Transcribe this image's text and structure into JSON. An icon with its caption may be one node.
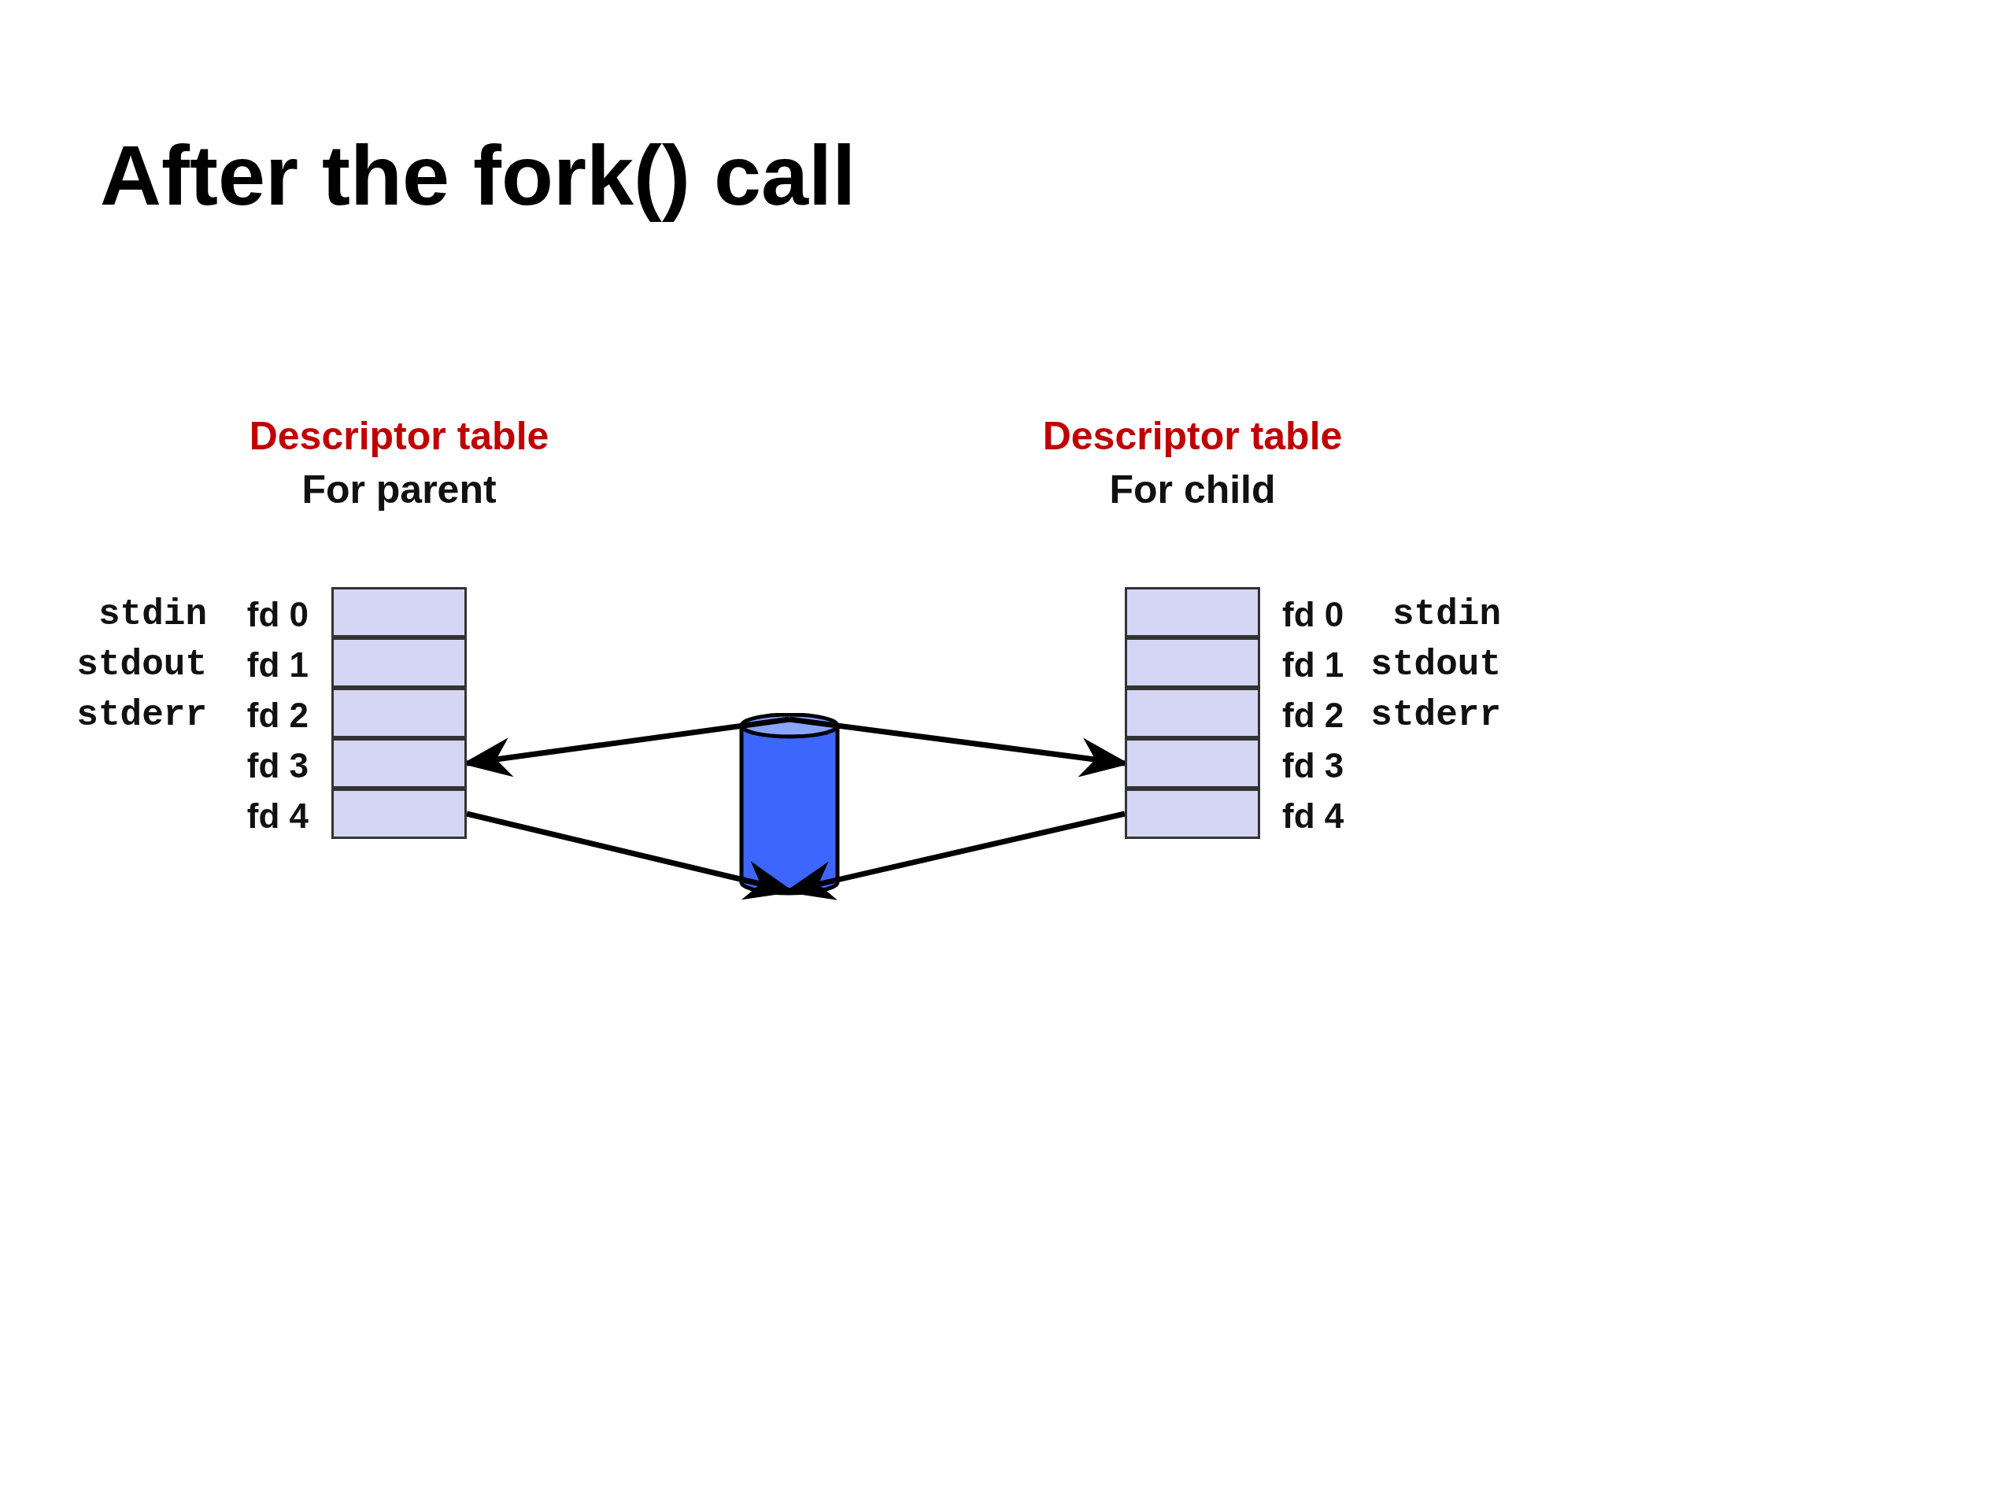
{
  "diagram": {
    "title": "After the fork() call",
    "nodes": [
      {
        "text": [
          "Descriptor table",
          "For parent"
        ]
      },
      {
        "text": [],
        "shape": "box",
        "in": 0,
        "beside": [
          "stdin",
          "fd 0"
        ]
      },
      {
        "text": [],
        "shape": "box",
        "in": 0,
        "beside": [
          "stdout",
          "fd 1"
        ]
      },
      {
        "text": [],
        "shape": "box",
        "in": 0,
        "beside": [
          "stderr",
          "fd 2"
        ]
      },
      {
        "text": [],
        "shape": "box",
        "in": 0,
        "beside": [
          "fd 3"
        ]
      },
      {
        "text": [],
        "shape": "box",
        "in": 0,
        "beside": [
          "fd 4"
        ]
      },
      {
        "text": [
          "Descriptor table",
          "For child"
        ]
      },
      {
        "text": [],
        "shape": "box",
        "in": 6,
        "beside": [
          "fd 0",
          "stdin"
        ]
      },
      {
        "text": [],
        "shape": "box",
        "in": 6,
        "beside": [
          "fd 1",
          "stdout"
        ]
      },
      {
        "text": [],
        "shape": "box",
        "in": 6,
        "beside": [
          "fd 2",
          "stderr"
        ]
      },
      {
        "text": [],
        "shape": "box",
        "in": 6,
        "beside": [
          "fd 3"
        ]
      },
      {
        "text": [],
        "shape": "box",
        "in": 6,
        "beside": [
          "fd 4"
        ]
      },
      {
        "text": [],
        "shape": "cylinder"
      }
    ],
    "edges": [
      {
        "from": 12,
        "to": 4,
        "arrow": "to"
      },
      {
        "from": 12,
        "to": 10,
        "arrow": "to"
      },
      {
        "from": 5,
        "to": 12,
        "arrow": "to"
      },
      {
        "from": 11,
        "to": 12,
        "arrow": "to"
      }
    ]
  }
}
